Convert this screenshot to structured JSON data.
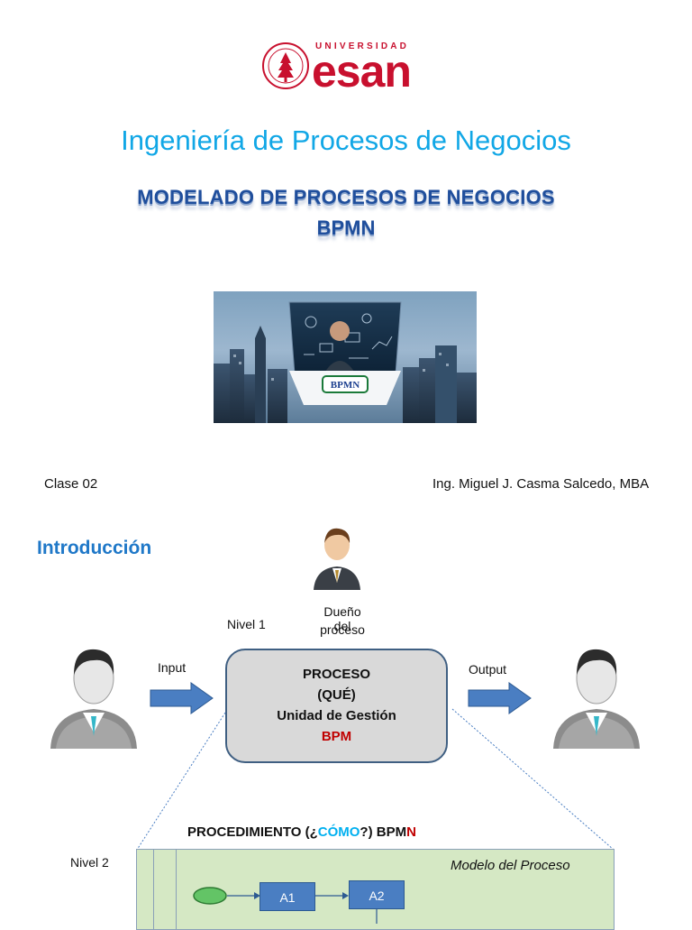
{
  "logo": {
    "universidad": "UNIVERSIDAD",
    "name": "esan"
  },
  "title": "Ingeniería de Procesos de Negocios",
  "subtitle": {
    "line1": "MODELADO DE PROCESOS DE NEGOCIOS",
    "line2": "BPMN"
  },
  "banner": {
    "badge": "BPMN"
  },
  "footer": {
    "clase": "Clase 02",
    "autor": "Ing. Miguel J. Casma Salcedo, MBA"
  },
  "intro": {
    "heading": "Introducción",
    "owner_line1": "Dueño del",
    "owner_line2": "proceso",
    "nivel1": "Nivel 1",
    "input": "Input",
    "output": "Output",
    "process": {
      "line1": "PROCESO",
      "line2": "(QUÉ)",
      "line3": "Unidad de Gestión",
      "line4": "BPM"
    },
    "procedimiento": {
      "prefix": "PROCEDIMIENTO (¿",
      "como": "CÓMO",
      "suffix": "?) BPM",
      "n": "N"
    },
    "nivel2": "Nivel 2",
    "modelo": "Modelo del Proceso",
    "tasks": [
      "A1",
      "A2"
    ]
  },
  "colors": {
    "brand_red": "#c8102e",
    "title_blue": "#11a7e6",
    "subtitle_navy": "#1f4e9c",
    "arrow_blue": "#4a7ec2",
    "bpm_red": "#c00000",
    "como_cyan": "#00b0f0"
  }
}
